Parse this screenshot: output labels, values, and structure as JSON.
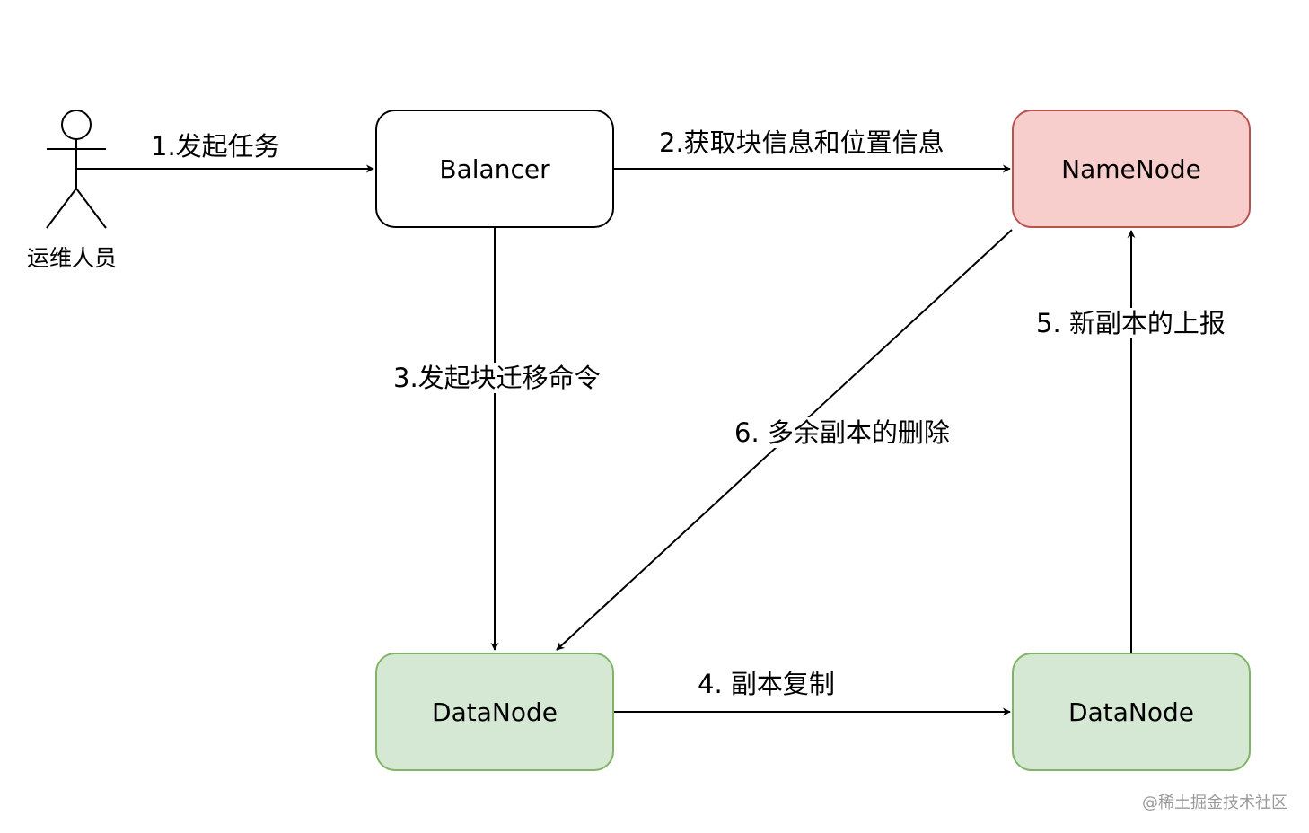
{
  "actor": {
    "label": "运维人员"
  },
  "nodes": {
    "balancer": "Balancer",
    "namenode": "NameNode",
    "datanode_source": "DataNode",
    "datanode_target": "DataNode"
  },
  "edges": {
    "e1": "1.发起任务",
    "e2": "2.获取块信息和位置信息",
    "e3": "3.发起块迁移命令",
    "e4": "4. 副本复制",
    "e5": "5. 新副本的上报",
    "e6": "6. 多余副本的删除"
  },
  "colors": {
    "namenode_fill": "#f8cecc",
    "namenode_stroke": "#b85450",
    "datanode_fill": "#d5e8d4",
    "datanode_stroke": "#82b366"
  },
  "watermark": "@稀土掘金技术社区"
}
